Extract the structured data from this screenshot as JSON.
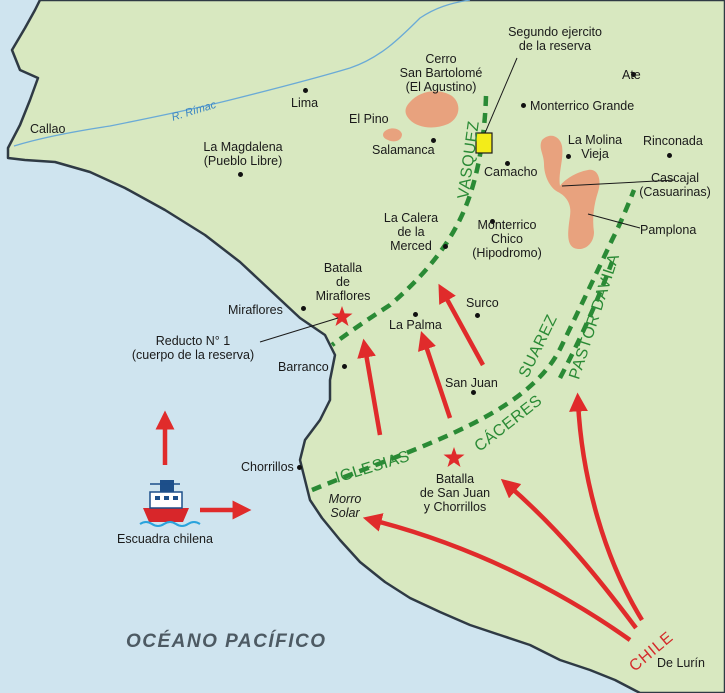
{
  "ocean_label": "OCÉANO PACÍFICO",
  "river_label": "R. Rímac",
  "chile_label": "CHILE",
  "fleet_label": "Escuadra chilena",
  "places": {
    "callao": "Callao",
    "lima": "Lima",
    "magdalena_1": "La Magdalena",
    "magdalena_2": "(Pueblo Libre)",
    "cerro_1": "Cerro",
    "cerro_2": "San Bartolomé",
    "cerro_3": "(El Agustino)",
    "el_pino": "El Pino",
    "salamanca": "Salamanca",
    "segundo_1": "Segundo ejercito",
    "segundo_2": "de la reserva",
    "ate": "Ate",
    "monterrico_grande": "Monterrico Grande",
    "la_molina_1": "La Molina",
    "la_molina_2": "Vieja",
    "rinconada": "Rinconada",
    "camacho": "Camacho",
    "cascajal_1": "Cascajal",
    "cascajal_2": "(Casuarinas)",
    "pamplona": "Pamplona",
    "calera_1": "La Calera",
    "calera_2": "de la",
    "calera_3": "Merced",
    "monterrico_chico_1": "Monterrico",
    "monterrico_chico_2": "Chico",
    "monterrico_chico_3": "(Hipodromo)",
    "batalla_mira_1": "Batalla",
    "batalla_mira_2": "de",
    "batalla_mira_3": "Miraflores",
    "miraflores": "Miraflores",
    "surco": "Surco",
    "la_palma": "La Palma",
    "reducto_1": "Reducto N° 1",
    "reducto_2": "(cuerpo de la reserva)",
    "barranco": "Barranco",
    "san_juan": "San Juan",
    "chorrillos": "Chorrillos",
    "batalla_sj_1": "Batalla",
    "batalla_sj_2": "de San Juan",
    "batalla_sj_3": "y Chorrillos",
    "morro_1": "Morro",
    "morro_2": "Solar",
    "de_lurin": "De Lurín"
  },
  "armies": {
    "vasquez": "VASQUEZ",
    "iglesias": "IGLESIAS",
    "caceres": "CÁCERES",
    "suarez": "SUAREZ",
    "pastor_davila": "PASTOR DAVILA"
  },
  "colors": {
    "land": "#d8e8c0",
    "sea": "#cfe4ef",
    "coast": "#2f3a44",
    "river": "#6aaad6",
    "peru_lines": "#2a8a35",
    "chile_arrows": "#e02b2b",
    "hills": "#e8a27e",
    "reserve_box": "#f3ec19"
  }
}
